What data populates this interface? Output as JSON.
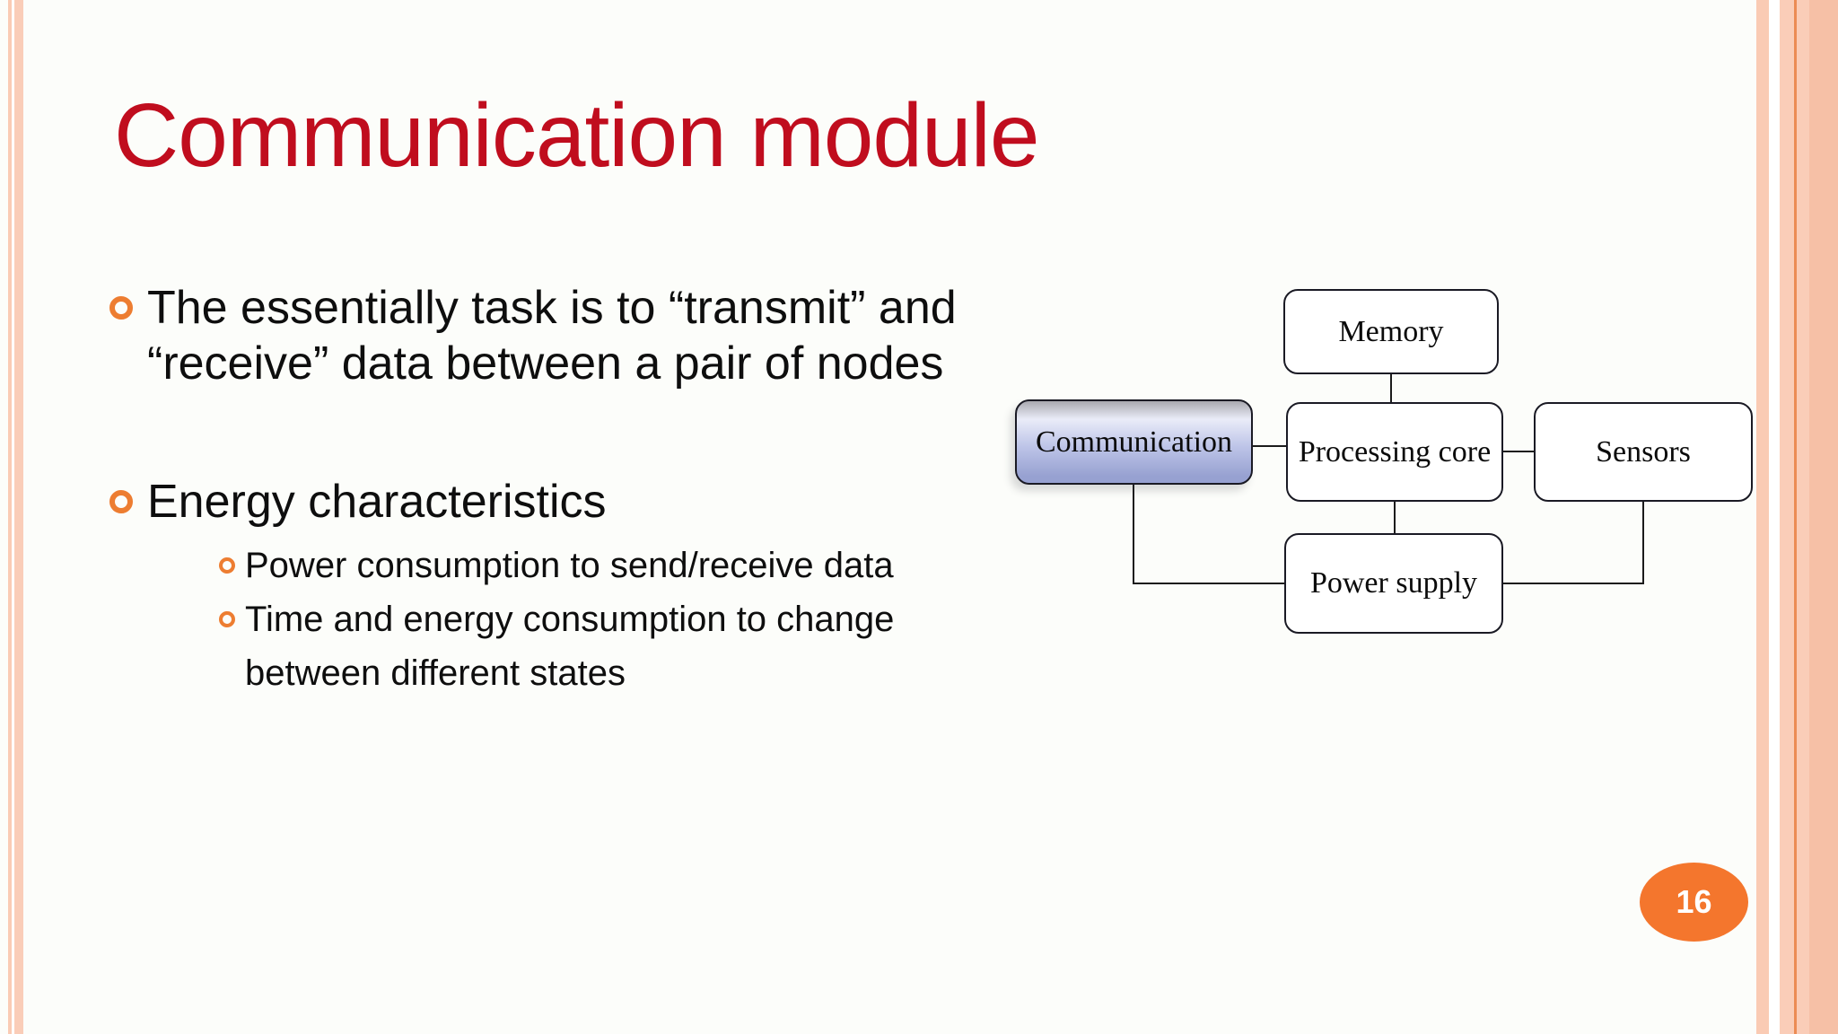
{
  "theme": {
    "slide_bg": "#FCFDFA",
    "title_red": "#C00D1E",
    "bullet_orange": "#ED7D31",
    "badge_orange": "#F4762D",
    "stripe_peach": "#FACBB4",
    "stripe_band": "#FACDB8",
    "stripe_line_orange": "#EC8C55",
    "stripe_band_shade": "#F6C0A6",
    "box_border": "#1A1A24",
    "comm_top": "#A9A9B0",
    "comm_light": "#EAECF8",
    "comm_mid": "#BEC5E8",
    "comm_deep": "#97A1D1",
    "text_black": "#0E0E0E"
  },
  "slide": {
    "title": "Communication module",
    "page_number": "16",
    "bullets": [
      {
        "level": 1,
        "lines": [
          "The essentially task is to “transmit” and",
          "“receive” data between a pair of nodes"
        ]
      },
      {
        "level": 1,
        "lines": [
          "Energy characteristics"
        ]
      },
      {
        "level": 2,
        "lines": [
          "Power consumption to send/receive data"
        ]
      },
      {
        "level": 2,
        "lines": [
          "Time and energy consumption to change",
          "between different states"
        ]
      }
    ],
    "diagram": {
      "boxes": {
        "memory": {
          "label": "Memory"
        },
        "communication": {
          "label": "Communication",
          "highlighted": true
        },
        "processing": {
          "label": "Processing core"
        },
        "sensors": {
          "label": "Sensors"
        },
        "power": {
          "label": "Power supply"
        }
      }
    }
  }
}
